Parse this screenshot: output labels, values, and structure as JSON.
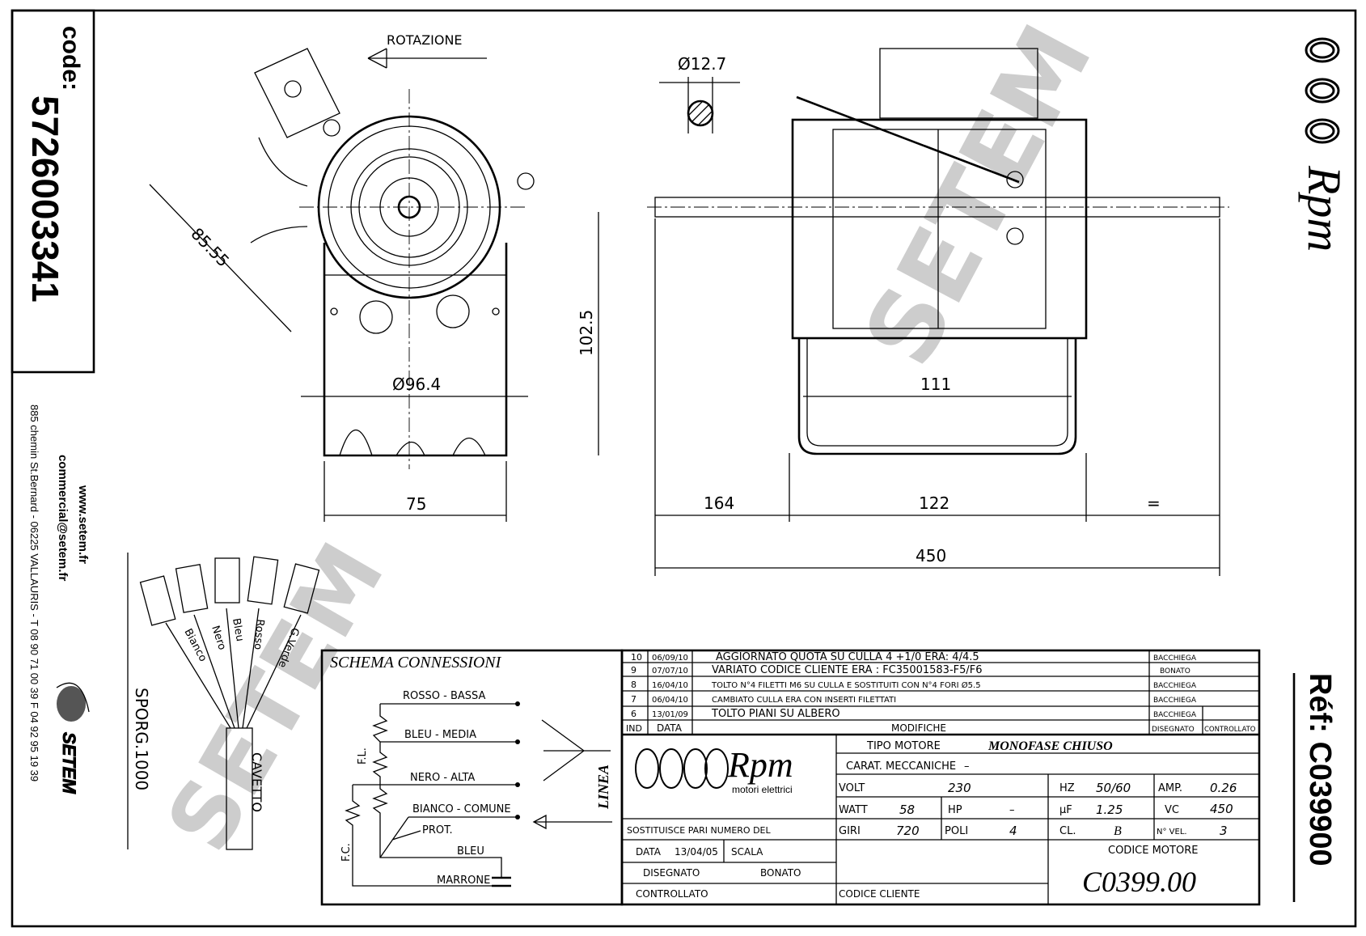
{
  "code_box": {
    "label": "code:",
    "value": "5726003341"
  },
  "contact": {
    "website": "www.setem.fr",
    "email": "commercial@setem.fr",
    "address": "885 chemin St.Bernard  -  06225 VALLAURIS  -  T 08 90 71 00 39   F 04 92 95 19 39",
    "company_logo": "SETEM"
  },
  "reference": {
    "label": "Réf: C039900"
  },
  "brand_logo": "Rpm",
  "watermark": "SETEM",
  "drawing": {
    "rotation_label": "ROTAZIONE",
    "dimensions": {
      "diag": "85.55",
      "diameter_body": "Ø96.4",
      "height": "102.5",
      "base_width": "75",
      "shaft_diameter": "Ø12.7",
      "cradle_width": "111",
      "shaft_left": "164",
      "body_length": "122",
      "shaft_right": "=",
      "total_length": "450"
    },
    "wires": [
      "Bianco",
      "Nero",
      "Bleu",
      "Rosso",
      "G.Verde"
    ],
    "cable_length": "SPORG.1000",
    "cable_label": "CAVETTO"
  },
  "schema": {
    "title": "SCHEMA CONNESSIONI",
    "lines": [
      "ROSSO - BASSA",
      "BLEU - MEDIA",
      "NERO - ALTA",
      "BIANCO - COMUNE"
    ],
    "prot": "PROT.",
    "bleu": "BLEU",
    "marrone": "MARRONE",
    "fl": "F.L.",
    "fc": "F.C.",
    "linea": "LINEA"
  },
  "revisions": {
    "rows": [
      {
        "ind": "10",
        "date": "06/09/10",
        "text": "AGGIORNATO QUOTA SU CULLA 4 +1/0 ERA: 4/4.5",
        "by": "BACCHIEGA"
      },
      {
        "ind": "9",
        "date": "07/07/10",
        "text": "VARIATO CODICE CLIENTE ERA : FC35001583-F5/F6",
        "by": "BONATO"
      },
      {
        "ind": "8",
        "date": "16/04/10",
        "text": "TOLTO N°4 FILETTI M6 SU CULLA E SOSTITUITI CON N°4 FORI Ø5.5",
        "by": "BACCHIEGA"
      },
      {
        "ind": "7",
        "date": "06/04/10",
        "text": "CAMBIATO CULLA ERA CON INSERTI FILETTATI",
        "by": "BACCHIEGA"
      },
      {
        "ind": "6",
        "date": "13/01/09",
        "text": "TOLTO PIANI SU ALBERO",
        "by": "BACCHIEGA"
      }
    ],
    "headers": {
      "ind": "IND",
      "date": "DATA",
      "mods": "MODIFICHE",
      "drawn": "DISEGNATO",
      "checked": "CONTROLLATO"
    }
  },
  "title_block": {
    "logo_text": "Rpm",
    "logo_sub": "motori elettrici",
    "tipo_motore_label": "TIPO MOTORE",
    "tipo_motore": "MONOFASE CHIUSO",
    "carat_label": "CARAT. MECCANICHE",
    "carat": "–",
    "volt_label": "VOLT",
    "volt": "230",
    "hz_label": "HZ",
    "hz": "50/60",
    "amp_label": "AMP.",
    "amp": "0.26",
    "watt_label": "WATT",
    "watt": "58",
    "hp_label": "HP",
    "hp": "–",
    "uf_label": "µF",
    "uf": "1.25",
    "vc_label": "VC",
    "vc": "450",
    "giri_label": "GIRI",
    "giri": "720",
    "poli_label": "POLI",
    "poli": "4",
    "cl_label": "CL.",
    "cl": "B",
    "nvel_label": "N° VEL.",
    "nvel": "3",
    "sostituisce": "SOSTITUISCE PARI NUMERO DEL",
    "data_label": "DATA",
    "data": "13/04/05",
    "scala_label": "SCALA",
    "disegnato_label": "DISEGNATO",
    "disegnato": "BONATO",
    "controllato_label": "CONTROLLATO",
    "codice_cliente_label": "CODICE CLIENTE",
    "codice_motore_label": "CODICE MOTORE",
    "codice_motore": "C0399.00"
  }
}
